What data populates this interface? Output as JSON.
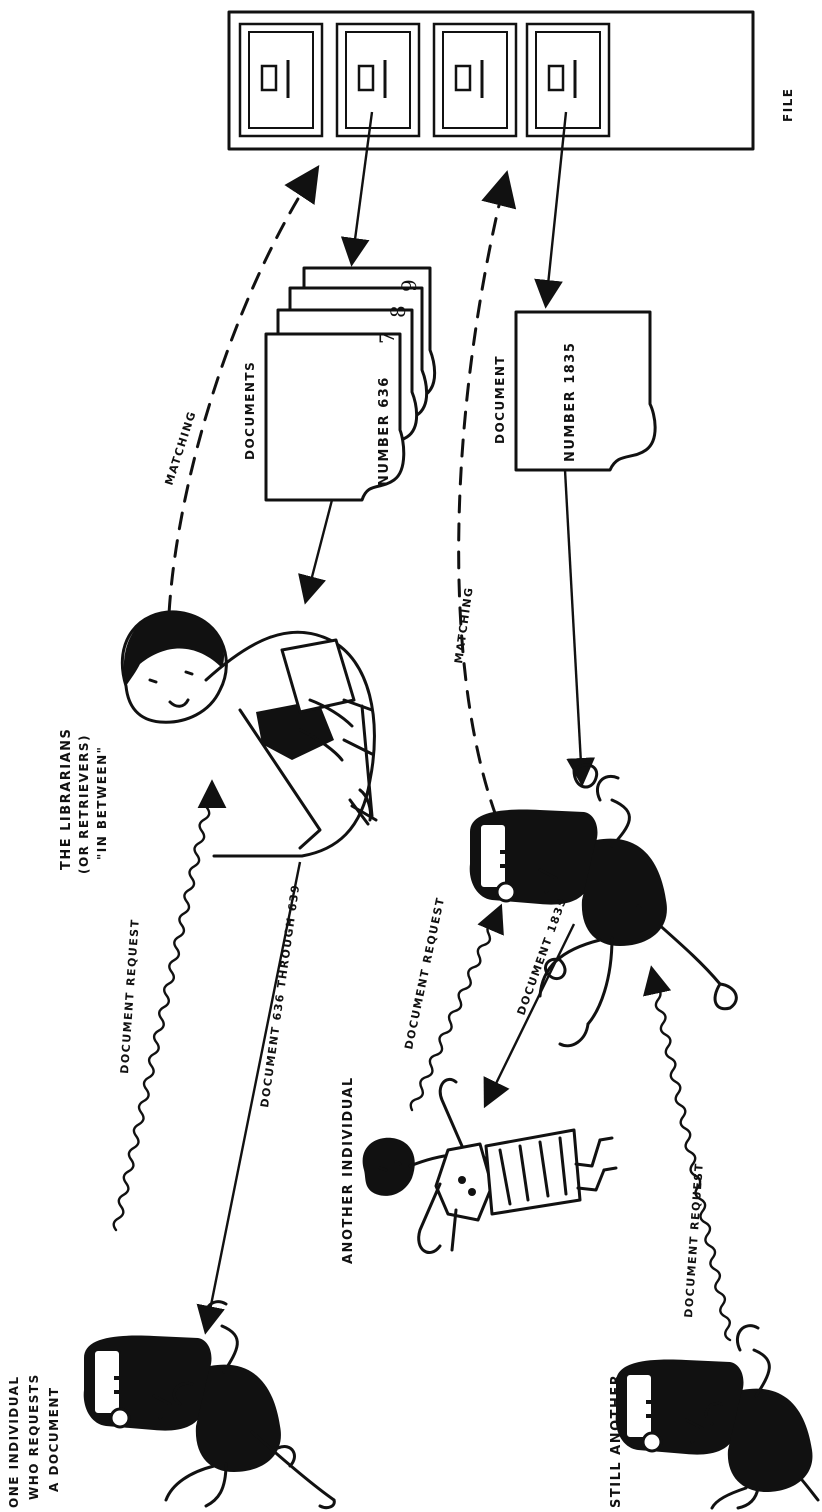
{
  "labels": {
    "file": "FILE",
    "documents": "DOCUMENTS",
    "documents_number": "NUMBER 636",
    "doc_tab_7": "7",
    "doc_tab_8": "8",
    "doc_tab_9": "9",
    "document": "DOCUMENT",
    "document_number": "NUMBER 1835",
    "matching_top": "MATCHING",
    "matching_bottom": "MATCHING",
    "librarians_1": "THE LIBRARIANS",
    "librarians_2": "(OR RETRIEVERS)",
    "librarians_3": "\"IN BETWEEN\"",
    "request_1": "DOCUMENT REQUEST",
    "delivery_1": "DOCUMENT 636 THROUGH 639",
    "request_2": "DOCUMENT REQUEST",
    "delivery_2": "DOCUMENT 1835",
    "request_3": "DOCUMENT REQUEST",
    "individual_1a": "ONE INDIVIDUAL",
    "individual_1b": "WHO REQUESTS",
    "individual_1c": "A DOCUMENT",
    "individual_2": "ANOTHER INDIVIDUAL",
    "individual_3": "STILL ANOTHER",
    "drawer_1": "0 1",
    "drawer_2": "0 1",
    "drawer_3": "0 1",
    "drawer_4": "0 1"
  }
}
